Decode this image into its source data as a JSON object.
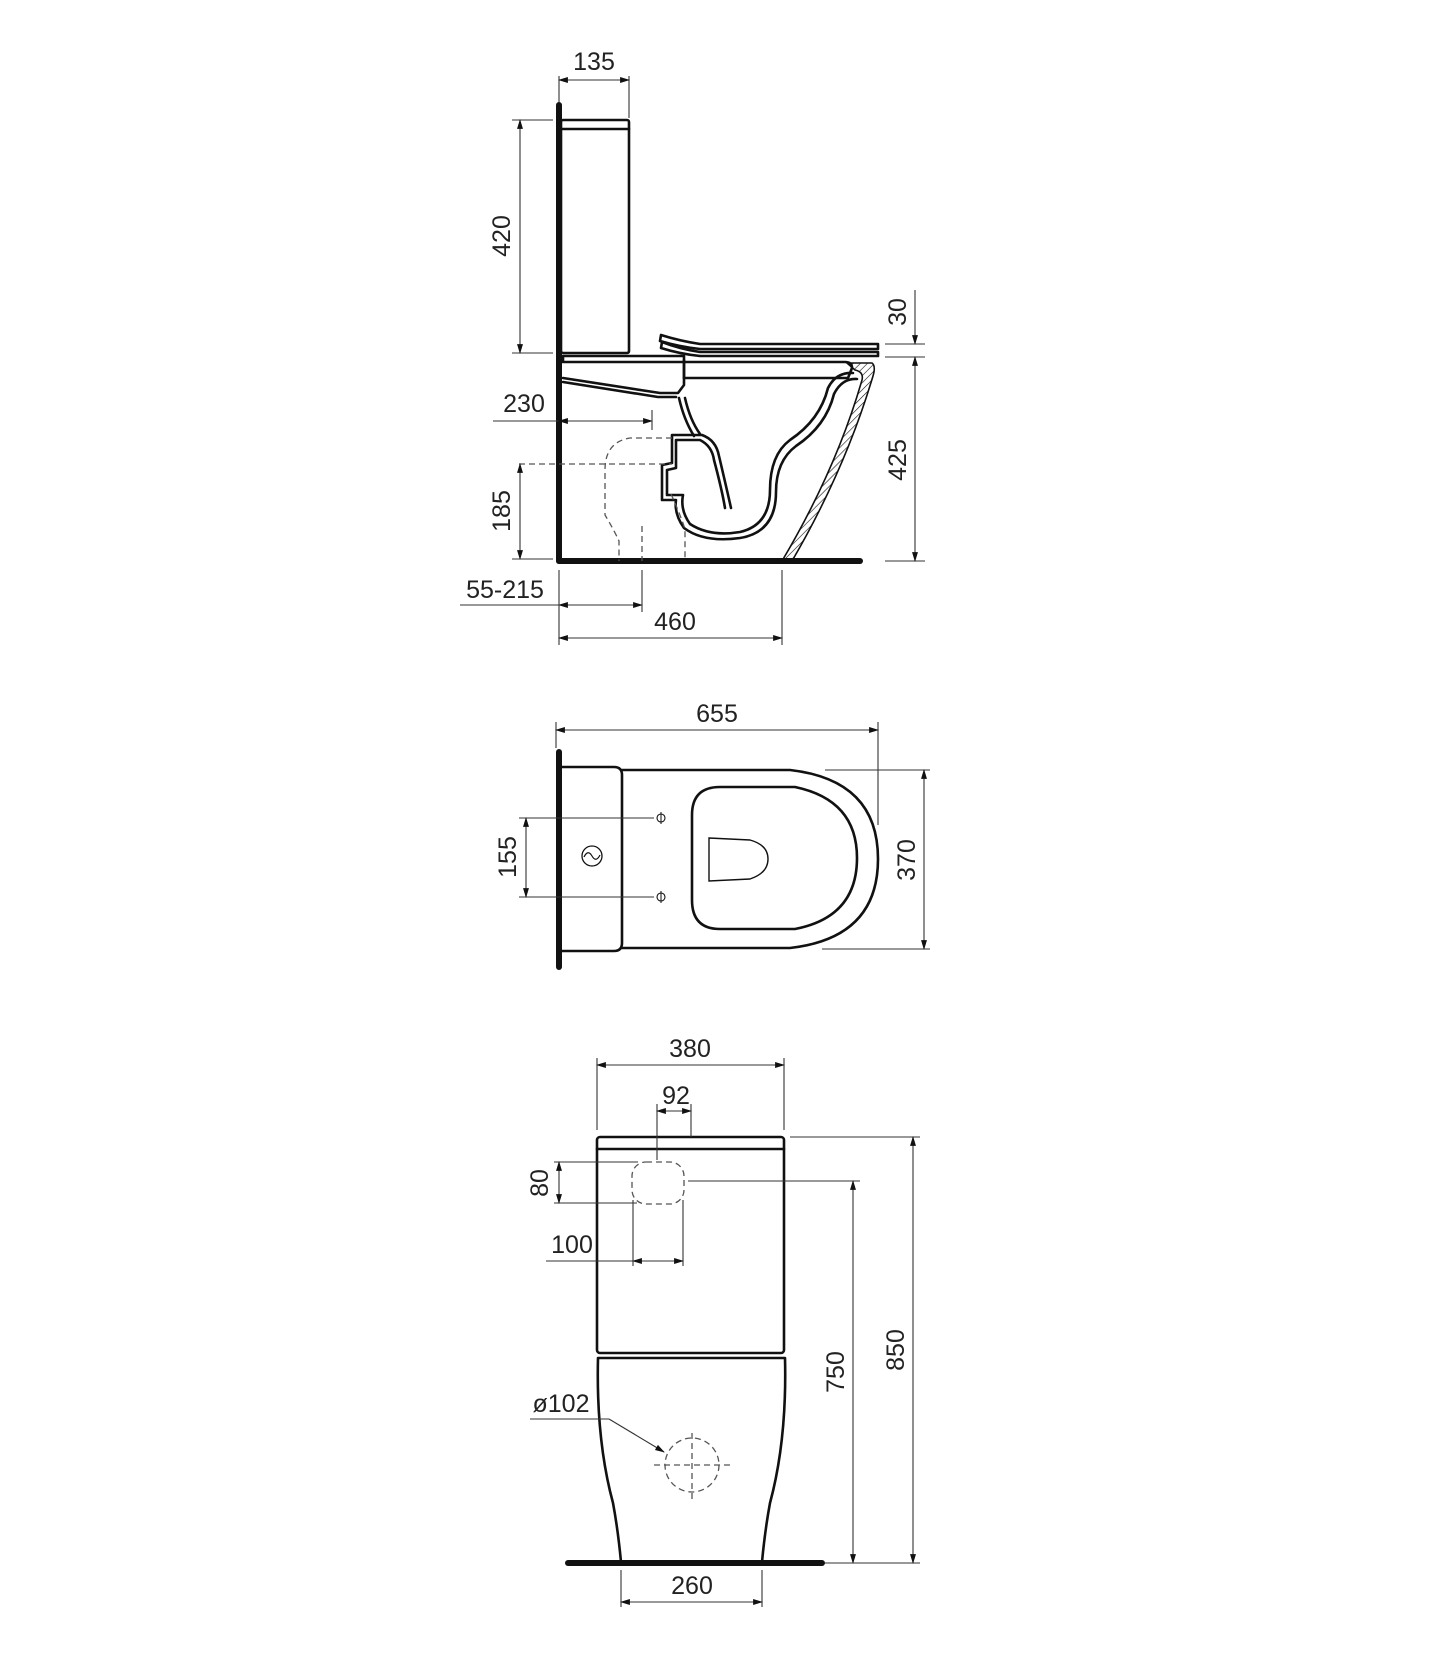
{
  "drawing": {
    "stroke_color": "#111111",
    "background": "#ffffff",
    "views": {
      "side": {
        "label": "side-section-view",
        "dims": {
          "tank_depth": "135",
          "tank_height": "420",
          "seat_thickness": "30",
          "seat_height": "425",
          "inlet_distance": "230",
          "outlet_height": "185",
          "setout_range": "55-215",
          "bowl_base_depth": "460"
        }
      },
      "top": {
        "label": "top-plan-view",
        "dims": {
          "overall_length": "655",
          "bolt_spacing": "155",
          "overall_width": "370"
        }
      },
      "front": {
        "label": "front-elevation-view",
        "dims": {
          "tank_width": "380",
          "inlet_offset": "92",
          "inlet_height_zone": "80",
          "inlet_width_zone": "100",
          "outlet_diameter": "ø102",
          "inlet_height": "750",
          "overall_height": "850",
          "base_width": "260"
        }
      }
    }
  }
}
